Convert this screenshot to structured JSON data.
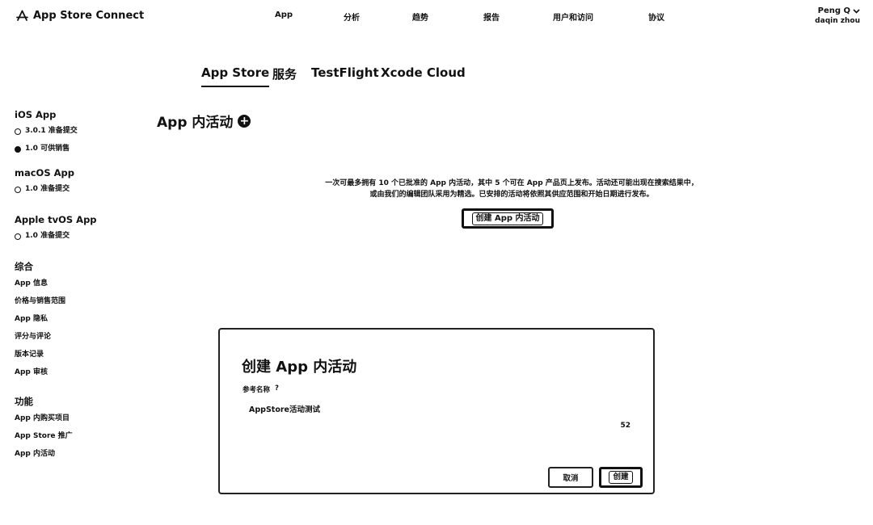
{
  "header": {
    "brand": "App Store Connect",
    "nav": [
      "App",
      "分析",
      "趋势",
      "报告",
      "用户和访问",
      "协议"
    ],
    "account_name": "Peng Q",
    "account_org": "daqin zhou"
  },
  "tabs": [
    "App Store",
    "服务",
    "TestFlight",
    "Xcode Cloud"
  ],
  "sidebar": {
    "ios": {
      "heading": "iOS App",
      "items": [
        {
          "label": "3.0.1 准备提交",
          "status": "outline"
        },
        {
          "label": "1.0 可供销售",
          "status": "filled"
        }
      ]
    },
    "macos": {
      "heading": "macOS App",
      "items": [
        {
          "label": "1.0 准备提交",
          "status": "outline"
        }
      ]
    },
    "tvos": {
      "heading": "Apple tvOS App",
      "items": [
        {
          "label": "1.0 准备提交",
          "status": "outline"
        }
      ]
    },
    "general": {
      "heading": "综合",
      "items": [
        "App 信息",
        "价格与销售范围",
        "App 隐私",
        "评分与评论",
        "版本记录",
        "App 审核"
      ]
    },
    "features": {
      "heading": "功能",
      "items": [
        "App 内购买项目",
        "App Store 推广",
        "App 内活动"
      ]
    }
  },
  "main": {
    "title": "App 内活动",
    "description": "一次可最多拥有 10 个已批准的 App 内活动，其中 5 个可在 App 产品页上发布。活动还可能出现在搜索结果中，或由我们的编辑团队采用为精选。已安排的活动将依照其供应范围和开始日期进行发布。",
    "create_button": "创建 App 内活动"
  },
  "modal": {
    "title": "创建 App 内活动",
    "field_label": "参考名称",
    "help": "?",
    "field_value": "AppStore活动测试",
    "char_count": "52",
    "cancel": "取消",
    "create": "创建"
  }
}
